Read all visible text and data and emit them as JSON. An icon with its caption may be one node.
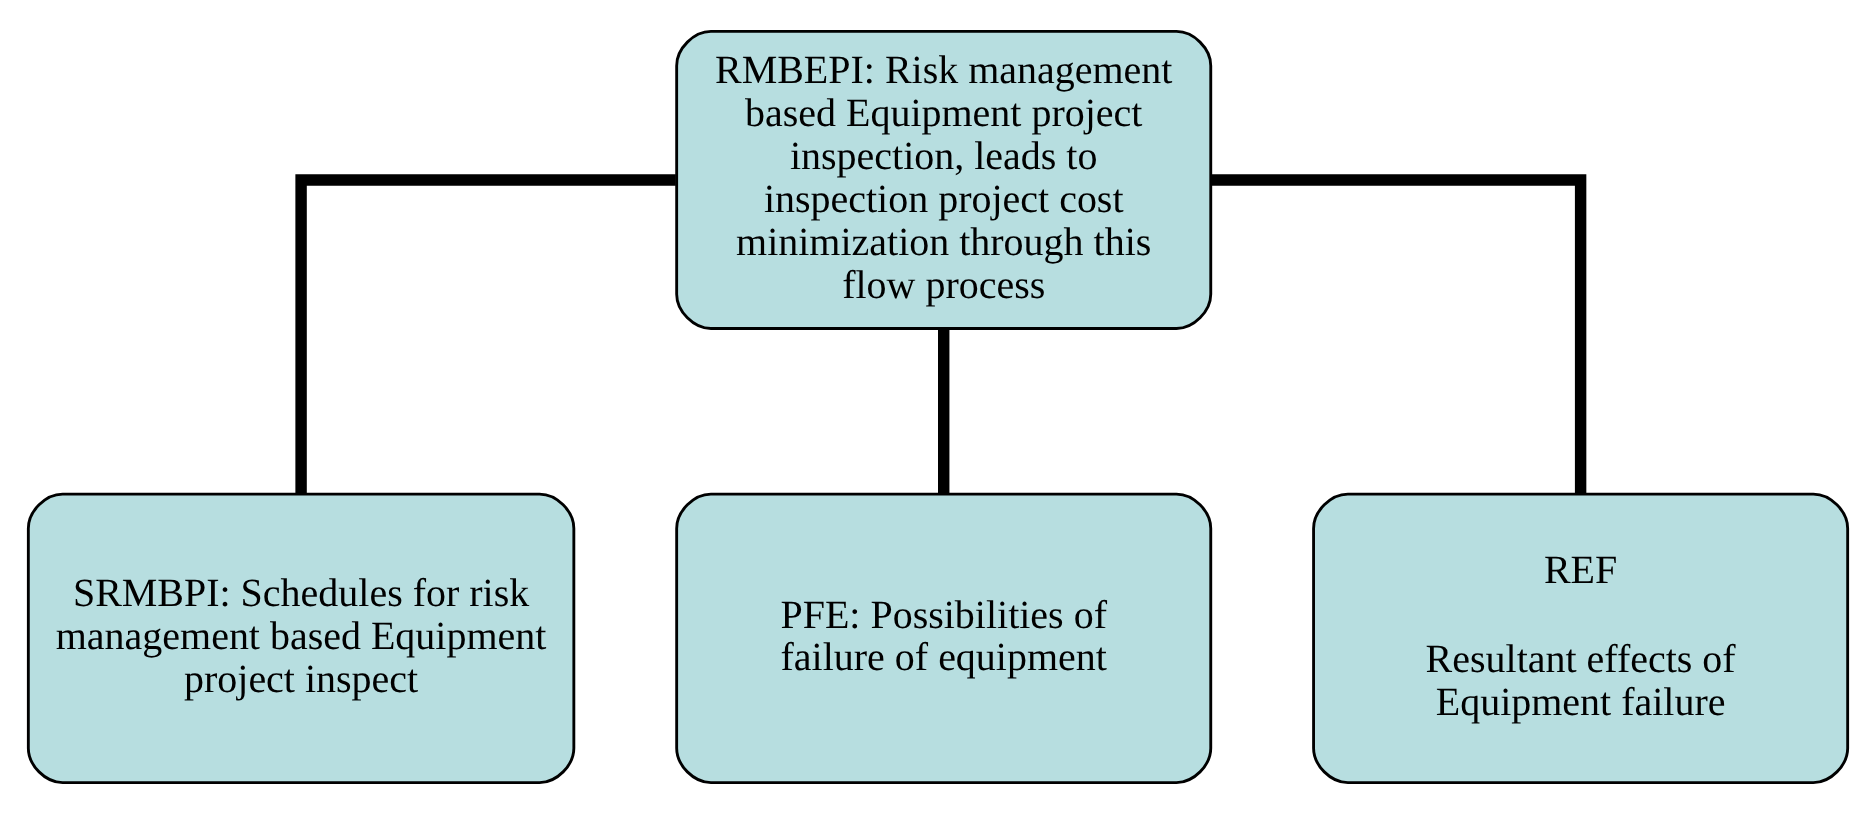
{
  "diagram": {
    "nodes": [
      {
        "text": [
          "RMBEPI: Risk management based Equipment project inspection, leads to inspection project cost minimization through this flow process"
        ]
      },
      {
        "text": [
          "SRMBPI: Schedules for risk management based Equipment project inspect"
        ]
      },
      {
        "text": [
          "PFE: Possibilities of failure of equipment"
        ]
      },
      {
        "text": [
          "REF",
          "Resultant effects of Equipment failure"
        ]
      }
    ],
    "edges": [
      {
        "from": 0,
        "to": 1,
        "arrow": "none"
      },
      {
        "from": 0,
        "to": 2,
        "arrow": "none"
      },
      {
        "from": 0,
        "to": 3,
        "arrow": "none"
      }
    ]
  }
}
